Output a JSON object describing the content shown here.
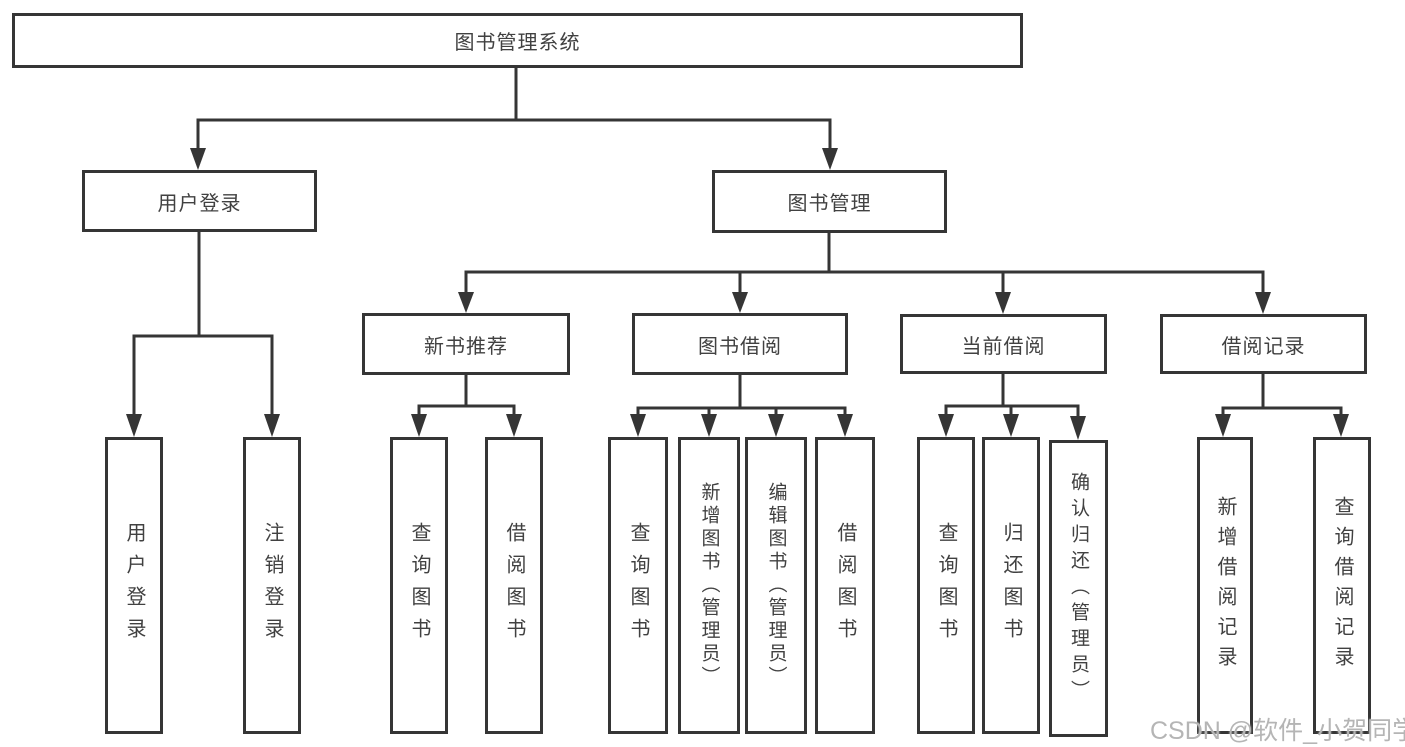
{
  "diagram": {
    "root": "图书管理系统",
    "level2": {
      "login": "用户登录",
      "management": "图书管理"
    },
    "level3": {
      "recommend": "新书推荐",
      "borrow": "图书借阅",
      "current": "当前借阅",
      "records": "借阅记录"
    },
    "leaves": {
      "login": [
        "用户登录",
        "注销登录"
      ],
      "recommend": [
        "查询图书",
        "借阅图书"
      ],
      "borrow": [
        "查询图书",
        "新增图书（管理员）",
        "编辑图书（管理员）",
        "借阅图书"
      ],
      "current": [
        "查询图书",
        "归还图书",
        "确认归还（管理员）"
      ],
      "records": [
        "新增借阅记录",
        "查询借阅记录"
      ]
    },
    "watermark": "CSDN @软件_小贺同学",
    "colors": {
      "line": "#353535",
      "text": "#414141",
      "watermark": "#b5b5b5",
      "background": "#ffffff"
    }
  }
}
